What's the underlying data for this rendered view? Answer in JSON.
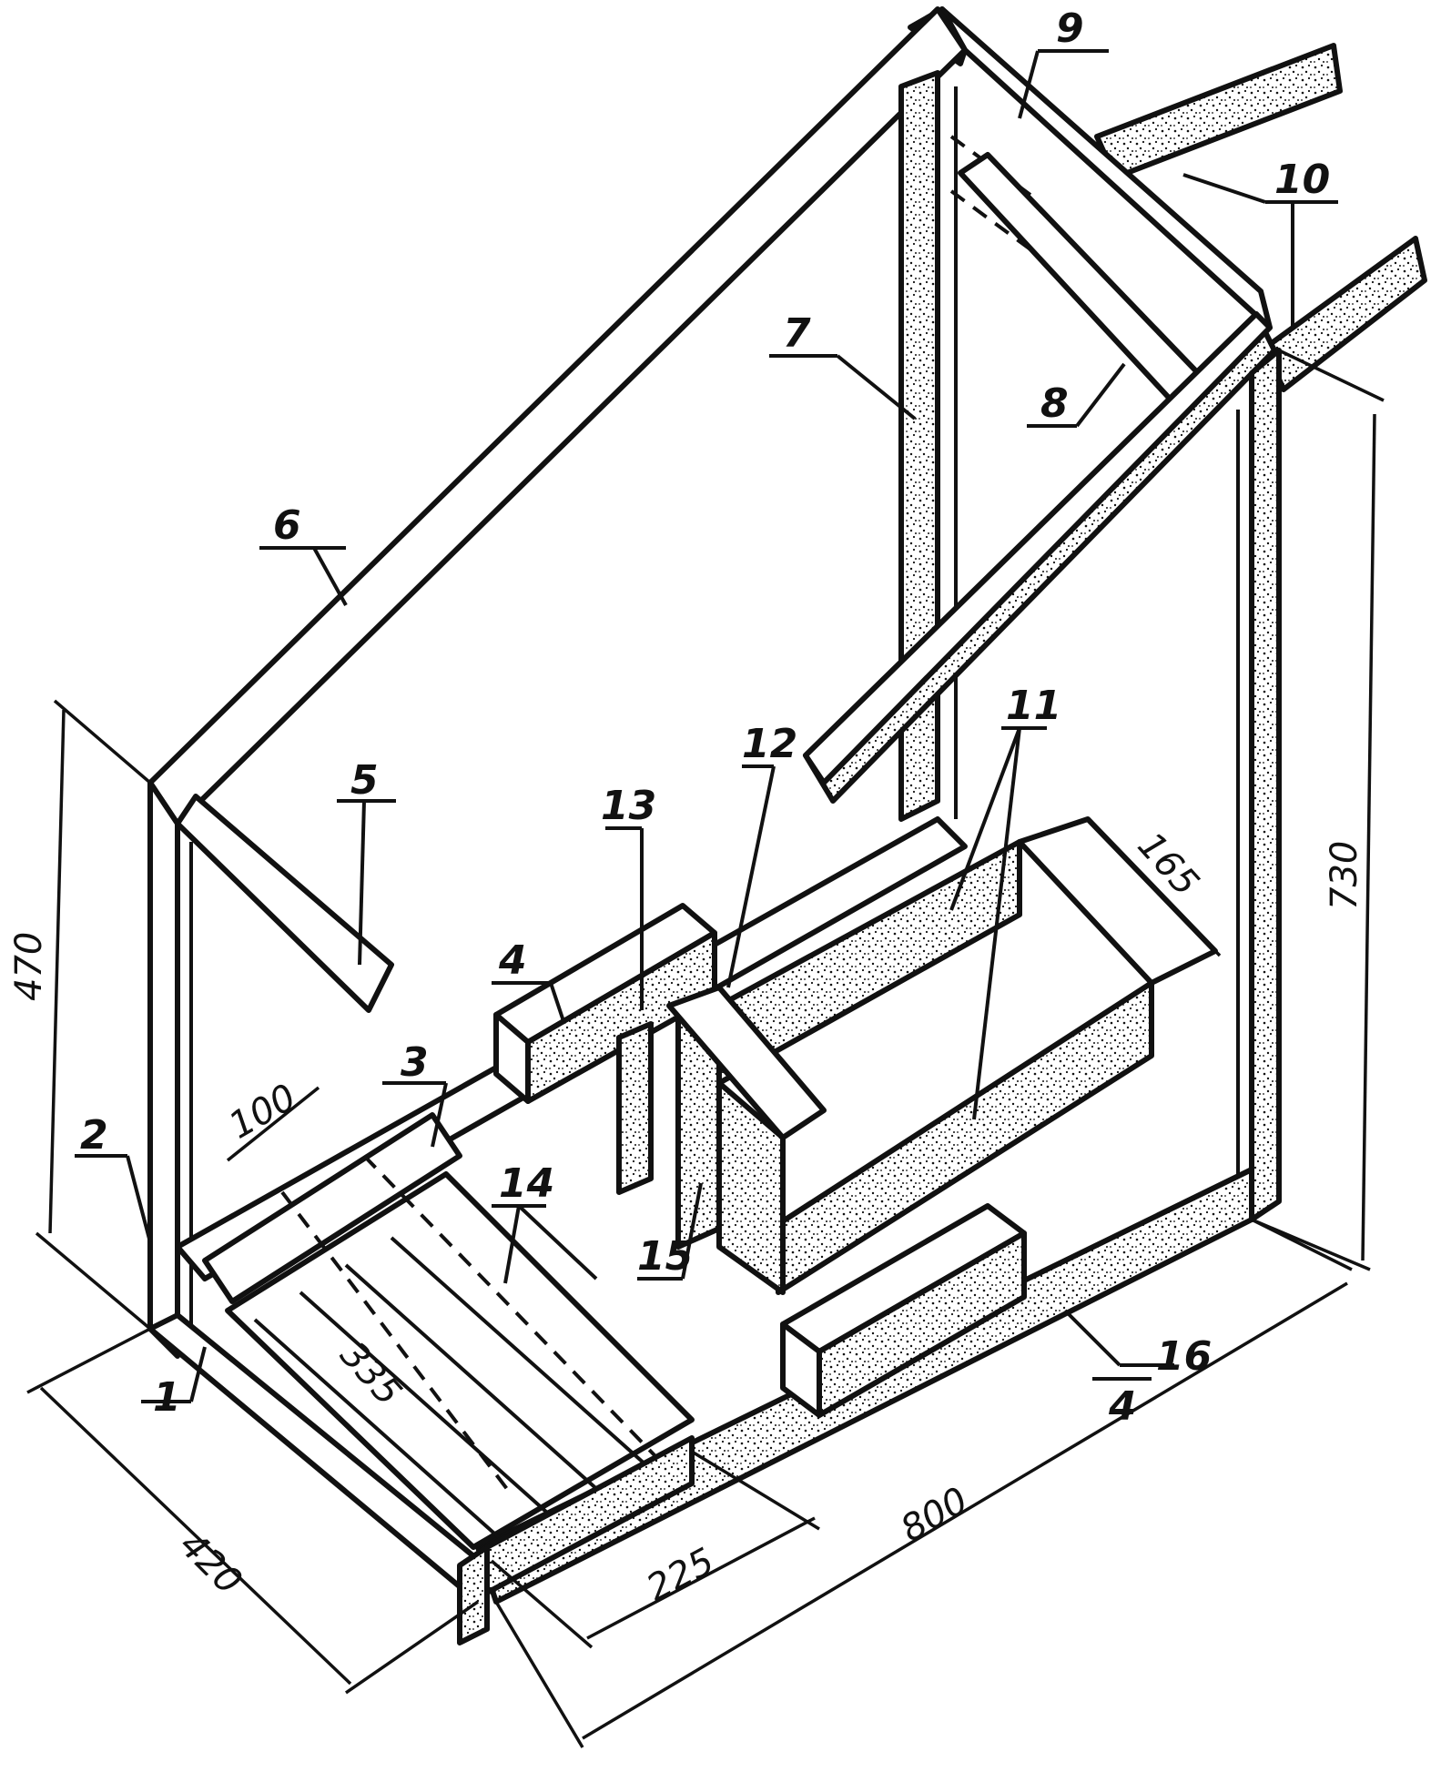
{
  "parts": [
    {
      "id": "part-1",
      "label": "1"
    },
    {
      "id": "part-2",
      "label": "2"
    },
    {
      "id": "part-3",
      "label": "3"
    },
    {
      "id": "part-4a",
      "label": "4"
    },
    {
      "id": "part-4b",
      "label": "4"
    },
    {
      "id": "part-5",
      "label": "5"
    },
    {
      "id": "part-6",
      "label": "6"
    },
    {
      "id": "part-7",
      "label": "7"
    },
    {
      "id": "part-8",
      "label": "8"
    },
    {
      "id": "part-9",
      "label": "9"
    },
    {
      "id": "part-10",
      "label": "10"
    },
    {
      "id": "part-11",
      "label": "11"
    },
    {
      "id": "part-12",
      "label": "12"
    },
    {
      "id": "part-13",
      "label": "13"
    },
    {
      "id": "part-14",
      "label": "14"
    },
    {
      "id": "part-15",
      "label": "15"
    },
    {
      "id": "part-16",
      "label": "16"
    }
  ],
  "dimensions": [
    {
      "id": "dim-470",
      "label": "470"
    },
    {
      "id": "dim-730",
      "label": "730"
    },
    {
      "id": "dim-420",
      "label": "420"
    },
    {
      "id": "dim-800",
      "label": "800"
    },
    {
      "id": "dim-100",
      "label": "100"
    },
    {
      "id": "dim-335",
      "label": "335"
    },
    {
      "id": "dim-225",
      "label": "225"
    },
    {
      "id": "dim-165",
      "label": "165"
    }
  ],
  "colors": {
    "ink": "#111111",
    "paper": "#ffffff"
  }
}
